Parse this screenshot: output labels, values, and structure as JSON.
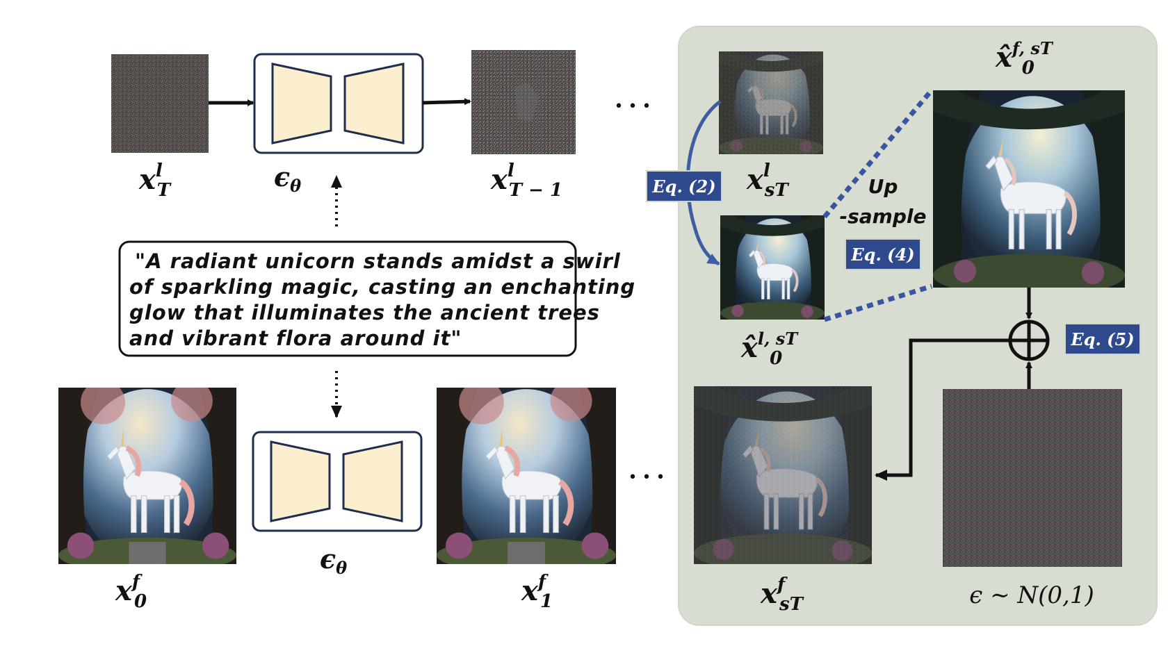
{
  "prompt_lines": [
    "\"A radiant unicorn stands amidst a swirl",
    "of sparkling magic, casting an enchanting",
    "glow that illuminates the ancient trees",
    "and vibrant flora around it\""
  ],
  "labels": {
    "xT_l": {
      "base": "x",
      "sub": "T",
      "sup": "l"
    },
    "eps_top": {
      "base": "ϵ",
      "sub": "θ"
    },
    "xT1_l": {
      "base": "x",
      "sub": "T − 1",
      "sup": "l"
    },
    "xsT_l": {
      "base": "x",
      "sub": "sT",
      "sup": "l"
    },
    "x0hat_l": {
      "base": "x̂",
      "sub": "0",
      "sup": "l, sT"
    },
    "x0hat_f": {
      "base": "x̂",
      "sub": "0",
      "sup": "f, sT"
    },
    "x0_f": {
      "base": "x",
      "sub": "0",
      "sup": "f"
    },
    "eps_bottom": {
      "base": "ϵ",
      "sub": "θ"
    },
    "x1_f": {
      "base": "x",
      "sub": "1",
      "sup": "f"
    },
    "xsT_f": {
      "base": "x",
      "sub": "sT",
      "sup": "f"
    },
    "noise": "ϵ ∼ N(0,1)"
  },
  "equations": {
    "eq2": "Eq. (2)",
    "eq4": "Eq. (4)",
    "eq5": "Eq. (5)"
  },
  "upsample": [
    "Up",
    "-sample"
  ],
  "ellipsis": "• • •",
  "colors": {
    "panel_bg": "#d7ddd0",
    "eq_box": "#2e4a8c",
    "unet_fill": "#fbefcf",
    "arrow_blue": "#3f5da3",
    "dash_blue": "#3a54a2"
  }
}
